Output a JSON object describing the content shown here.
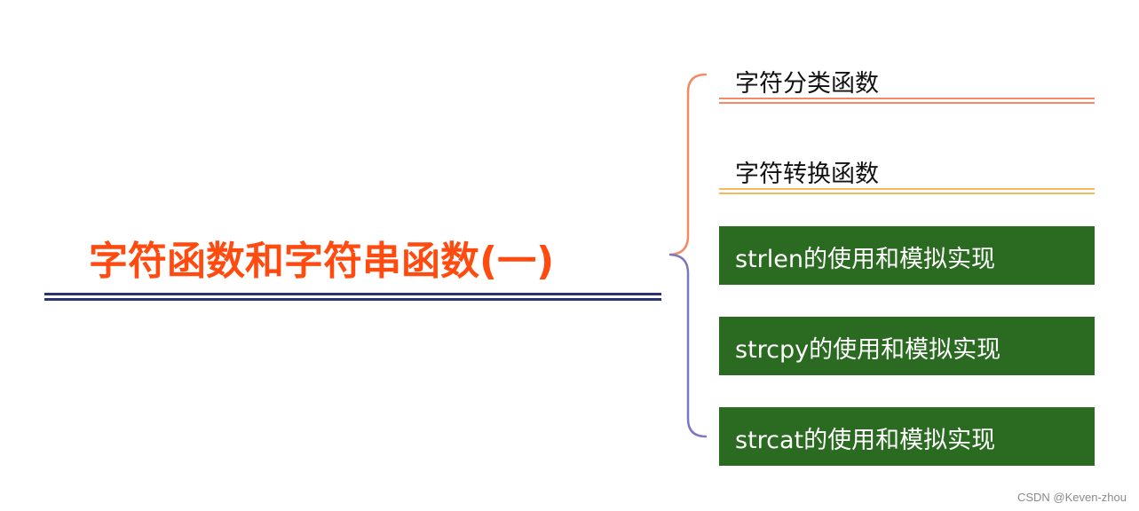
{
  "root": {
    "title": "字符函数和字符串函数(一)"
  },
  "branches": [
    {
      "label": "字符分类函数"
    },
    {
      "label": "字符转换函数"
    },
    {
      "label": "strlen的使用和模拟实现"
    },
    {
      "label": "strcpy的使用和模拟实现"
    },
    {
      "label": "strcat的使用和模拟实现"
    }
  ],
  "colors": {
    "root_text": "#ff4b10",
    "root_underline": "#2b3470",
    "branch_upper_bracket": "#f28b64",
    "branch_lower_bracket": "#7d76c2",
    "item1_line": "#f28b64",
    "item2_line": "#f5b95a",
    "green_box": "#2a6a21"
  },
  "watermark": "CSDN @Keven-zhou"
}
